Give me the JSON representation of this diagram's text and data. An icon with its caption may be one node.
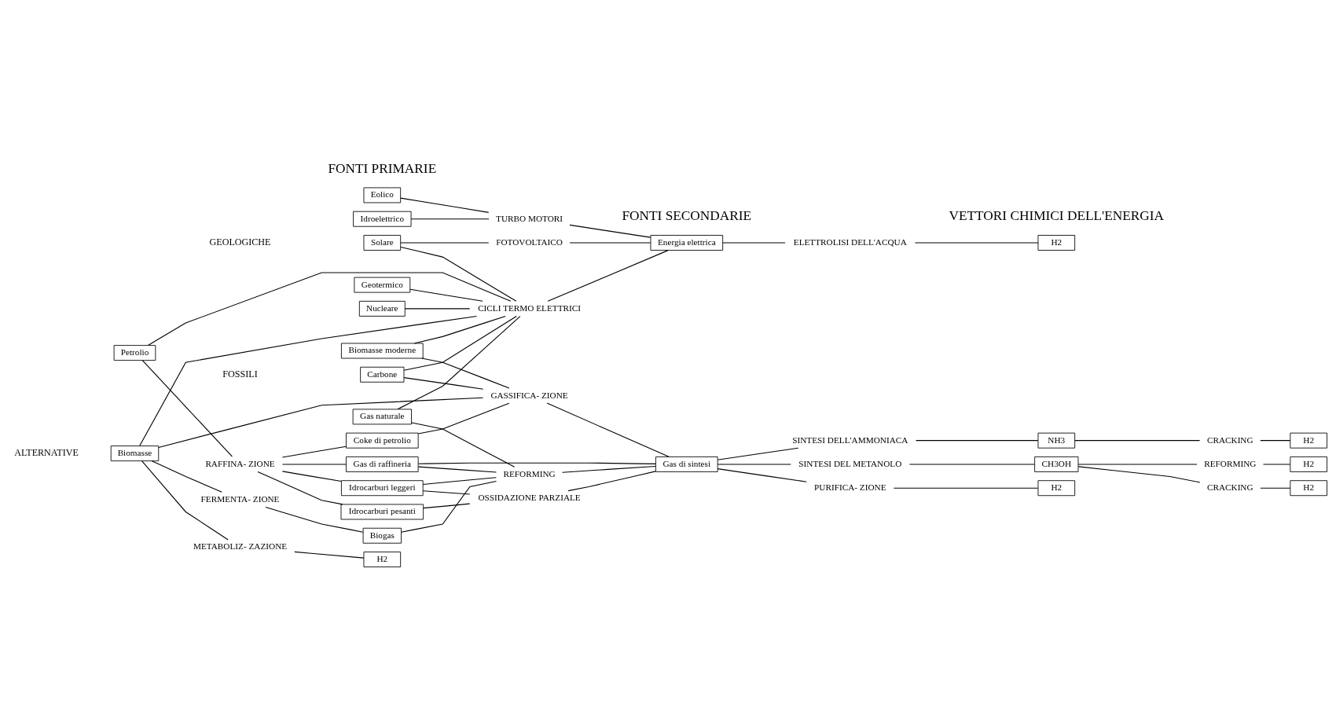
{
  "diagram": {
    "nodes": [
      {
        "text": [
          "Nucleare"
        ]
      },
      {
        "text": [
          "Carbone"
        ]
      },
      {
        "text": [
          "Petrolio"
        ]
      },
      {
        "text": [
          "Gas naturale"
        ]
      },
      {
        "text": [
          "Biomasse"
        ]
      },
      {
        "text": [
          "Biomasse moderne"
        ]
      },
      {
        "text": [
          "Geotermico"
        ]
      },
      {
        "text": [
          "Solare"
        ]
      },
      {
        "text": [
          "Idroelettrico"
        ]
      },
      {
        "text": [
          "Eolico"
        ]
      },
      {
        "text": [
          "RAFFINA- ZIONE"
        ]
      },
      {
        "text": [
          "FERMENTA- ZIONE"
        ]
      },
      {
        "text": [
          "METABOLIZ- ZAZIONE"
        ]
      },
      {
        "text": [
          "CICLI TERMO ELETTRICI"
        ]
      },
      {
        "text": [
          "FOTOVOLTAICO"
        ]
      },
      {
        "text": [
          "TURBO MOTORI"
        ]
      },
      {
        "text": [
          "Coke di petrolio"
        ]
      },
      {
        "text": [
          "Idrocarburi pesanti"
        ]
      },
      {
        "text": [
          "Idrocarburi leggeri"
        ]
      },
      {
        "text": [
          "Gas di raffineria"
        ]
      },
      {
        "text": [
          "Biogas"
        ]
      },
      {
        "text": [
          "GASSIFICA- ZIONE"
        ]
      },
      {
        "text": [
          "OSSIDAZIONE PARZIALE"
        ]
      },
      {
        "text": [
          "REFORMING"
        ]
      },
      {
        "text": [
          "Gas di sintesi"
        ]
      },
      {
        "text": [
          "Energia elettrica"
        ]
      },
      {
        "text": [
          "PURIFICA- ZIONE"
        ]
      },
      {
        "text": [
          "SINTESI DELL'AMMONIACA"
        ]
      },
      {
        "text": [
          "SINTESI DEL METANOLO"
        ]
      },
      {
        "text": [
          "NH3"
        ]
      },
      {
        "text": [
          "CH3OH"
        ]
      },
      {
        "text": [
          "CRACKING"
        ]
      },
      {
        "text": [
          "CRACKING"
        ]
      },
      {
        "text": [
          "REFORMING"
        ]
      },
      {
        "text": [
          "ELETTROLISI DELL'ACQUA"
        ]
      },
      {
        "text": [
          "H2"
        ]
      },
      {
        "text": [
          "H2"
        ]
      },
      {
        "text": [
          "H2"
        ]
      },
      {
        "text": [
          "H2"
        ]
      },
      {
        "text": [
          "H2"
        ]
      },
      {
        "text": [
          "H2"
        ]
      }
    ],
    "edges": [
      {
        "from": 0,
        "to": 13,
        "arrow": "none"
      },
      {
        "from": 1,
        "to": 21,
        "arrow": "none"
      },
      {
        "from": 1,
        "to": 13,
        "arrow": "none"
      },
      {
        "from": 2,
        "to": 10,
        "arrow": "none"
      },
      {
        "from": 2,
        "to": 13,
        "arrow": "none"
      },
      {
        "from": 3,
        "to": 23,
        "arrow": "none"
      },
      {
        "from": 3,
        "to": 13,
        "arrow": "none"
      },
      {
        "from": 4,
        "to": 21,
        "arrow": "none"
      },
      {
        "from": 4,
        "to": 11,
        "arrow": "none"
      },
      {
        "from": 4,
        "to": 12,
        "arrow": "none"
      },
      {
        "from": 4,
        "to": 13,
        "arrow": "none"
      },
      {
        "from": 5,
        "to": 21,
        "arrow": "none"
      },
      {
        "from": 5,
        "to": 13,
        "arrow": "none"
      },
      {
        "from": 6,
        "to": 13,
        "arrow": "none"
      },
      {
        "from": 7,
        "to": 13,
        "arrow": "none"
      },
      {
        "from": 7,
        "to": 14,
        "arrow": "none"
      },
      {
        "from": 8,
        "to": 15,
        "arrow": "none"
      },
      {
        "from": 9,
        "to": 15,
        "arrow": "none"
      },
      {
        "from": 10,
        "to": 16,
        "arrow": "none"
      },
      {
        "from": 10,
        "to": 17,
        "arrow": "none"
      },
      {
        "from": 10,
        "to": 18,
        "arrow": "none"
      },
      {
        "from": 10,
        "to": 19,
        "arrow": "none"
      },
      {
        "from": 16,
        "to": 21,
        "arrow": "none"
      },
      {
        "from": 17,
        "to": 22,
        "arrow": "none"
      },
      {
        "from": 18,
        "to": 22,
        "arrow": "none"
      },
      {
        "from": 18,
        "to": 23,
        "arrow": "none"
      },
      {
        "from": 19,
        "to": 24,
        "arrow": "none"
      },
      {
        "from": 19,
        "to": 23,
        "arrow": "none"
      },
      {
        "from": 11,
        "to": 20,
        "arrow": "none"
      },
      {
        "from": 20,
        "to": 23,
        "arrow": "none"
      },
      {
        "from": 12,
        "to": 39,
        "arrow": "none"
      },
      {
        "from": 21,
        "to": 24,
        "arrow": "none"
      },
      {
        "from": 22,
        "to": 24,
        "arrow": "none"
      },
      {
        "from": 23,
        "to": 24,
        "arrow": "none"
      },
      {
        "from": 13,
        "to": 25,
        "arrow": "none"
      },
      {
        "from": 14,
        "to": 25,
        "arrow": "none"
      },
      {
        "from": 15,
        "to": 25,
        "arrow": "none"
      },
      {
        "from": 24,
        "to": 26,
        "arrow": "none"
      },
      {
        "from": 24,
        "to": 27,
        "arrow": "none"
      },
      {
        "from": 24,
        "to": 28,
        "arrow": "none"
      },
      {
        "from": 26,
        "to": 35,
        "arrow": "none"
      },
      {
        "from": 27,
        "to": 29,
        "arrow": "none"
      },
      {
        "from": 29,
        "to": 31,
        "arrow": "none"
      },
      {
        "from": 31,
        "to": 36,
        "arrow": "none"
      },
      {
        "from": 28,
        "to": 30,
        "arrow": "none"
      },
      {
        "from": 30,
        "to": 32,
        "arrow": "none"
      },
      {
        "from": 30,
        "to": 33,
        "arrow": "none"
      },
      {
        "from": 32,
        "to": 37,
        "arrow": "none"
      },
      {
        "from": 33,
        "to": 38,
        "arrow": "none"
      },
      {
        "from": 25,
        "to": 34,
        "arrow": "none"
      },
      {
        "from": 34,
        "to": 40,
        "arrow": "none"
      }
    ],
    "labels": [
      "FOSSILI",
      "ALTERNATIVE",
      "GEOLOGICHE",
      "FONTI PRIMARIE",
      "FONTI SECONDARIE",
      "VETTORI CHIMICI DELL'ENERGIA"
    ]
  }
}
